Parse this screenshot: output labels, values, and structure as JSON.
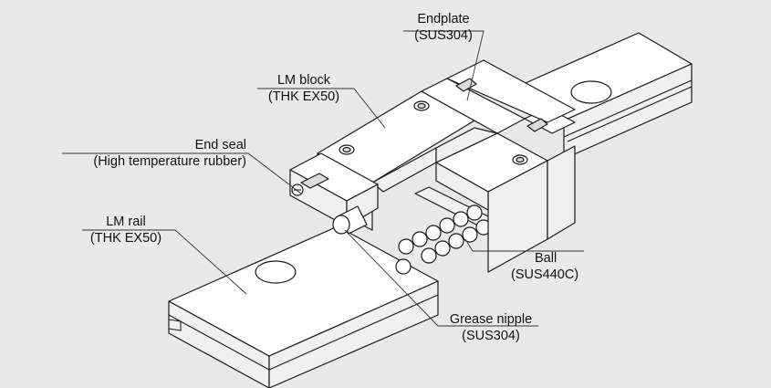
{
  "labels": {
    "endplate": {
      "title": "Endplate",
      "material": "(SUS304)"
    },
    "lm_block": {
      "title": "LM block",
      "material": "(THK EX50)"
    },
    "end_seal": {
      "title": "End seal",
      "material": "(High temperature rubber)"
    },
    "lm_rail": {
      "title": "LM rail",
      "material": "(THK EX50)"
    },
    "ball": {
      "title": "Ball",
      "material": "(SUS440C)"
    },
    "grease_nipple": {
      "title": "Grease nipple",
      "material": "(SUS304)"
    }
  },
  "colors": {
    "background": "#e9e9e9",
    "part_fill": "#ffffff",
    "part_shade": "#f0f0f0",
    "outline": "#1a1a1a",
    "leader": "#333333"
  }
}
